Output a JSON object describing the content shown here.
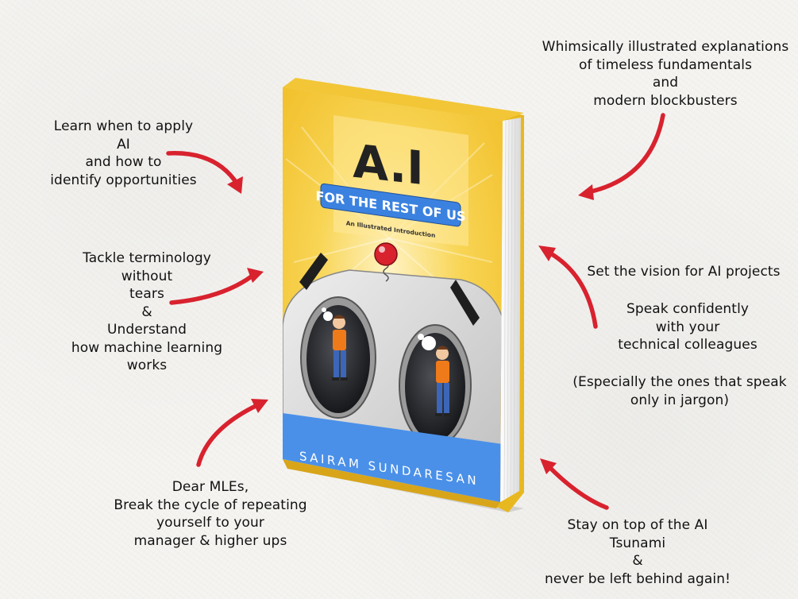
{
  "notes": {
    "top_left": [
      "Learn when to apply",
      "AI",
      "and how to",
      "identify opportunities"
    ],
    "mid_left": [
      "Tackle terminology",
      "without",
      "tears",
      "&",
      "Understand",
      "how machine learning",
      "works"
    ],
    "bottom_left": [
      "Dear MLEs,",
      "Break the cycle of repeating",
      "yourself to your",
      "manager & higher ups"
    ],
    "top_right": [
      "Whimsically illustrated explanations",
      "of timeless fundamentals",
      "and",
      "modern blockbusters"
    ],
    "mid_right_a": [
      "Set the vision for AI projects"
    ],
    "mid_right_b": [
      "Speak confidently",
      "with your",
      "technical colleagues"
    ],
    "mid_right_c": [
      "(Especially the ones that speak",
      "only in jargon)"
    ],
    "bottom_right": [
      "Stay on top of the AI",
      "Tsunami",
      "&",
      "never be left behind again!"
    ]
  },
  "book": {
    "title": "A.I",
    "subtitle": "FOR THE REST OF US",
    "tagline": "An Illustrated Introduction",
    "author": "SAIRAM SUNDARESAN"
  },
  "colors": {
    "arrow": "#d8222e",
    "cover_yellow": "#f6c93a",
    "banner_blue": "#3b82e0",
    "band_blue": "#4a90e8"
  }
}
